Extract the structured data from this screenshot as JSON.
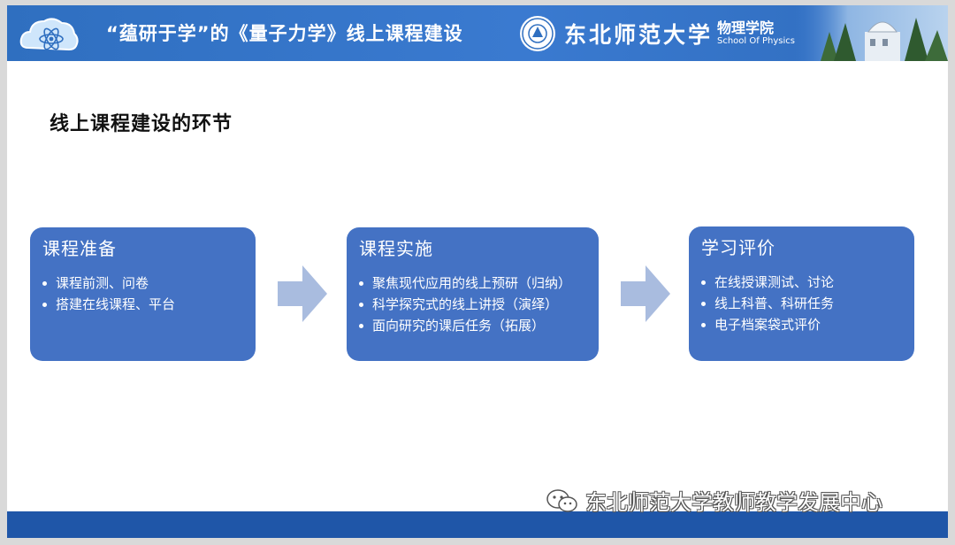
{
  "header": {
    "course_title": "“蕴研于学”的《量子力学》线上课程建设",
    "university": "东北师范大学",
    "college": "物理学院",
    "college_en": "School Of Physics"
  },
  "section_title": "线上课程建设的环节",
  "stages": [
    {
      "title": "课程准备",
      "items": [
        "课程前测、问卷",
        "搭建在线课程、平台"
      ]
    },
    {
      "title": "课程实施",
      "items": [
        "聚焦现代应用的线上预研（归纳）",
        "科学探究式的线上讲授（演绎）",
        "面向研究的课后任务（拓展）"
      ]
    },
    {
      "title": "学习评价",
      "items": [
        "在线授课测试、讨论",
        "线上科普、科研任务",
        "电子档案袋式评价"
      ]
    }
  ],
  "watermark": "东北师范大学教师教学发展中心",
  "colors": {
    "header_blue": "#3a7ad0",
    "box_blue": "#4472c4",
    "arrow_blue": "#a9bcdf",
    "footer_blue": "#1f56a8"
  },
  "icons": {
    "logo": "cloud-atom-logo-icon",
    "seal": "university-seal-icon",
    "arrow": "right-arrow-icon",
    "wechat": "wechat-icon"
  }
}
